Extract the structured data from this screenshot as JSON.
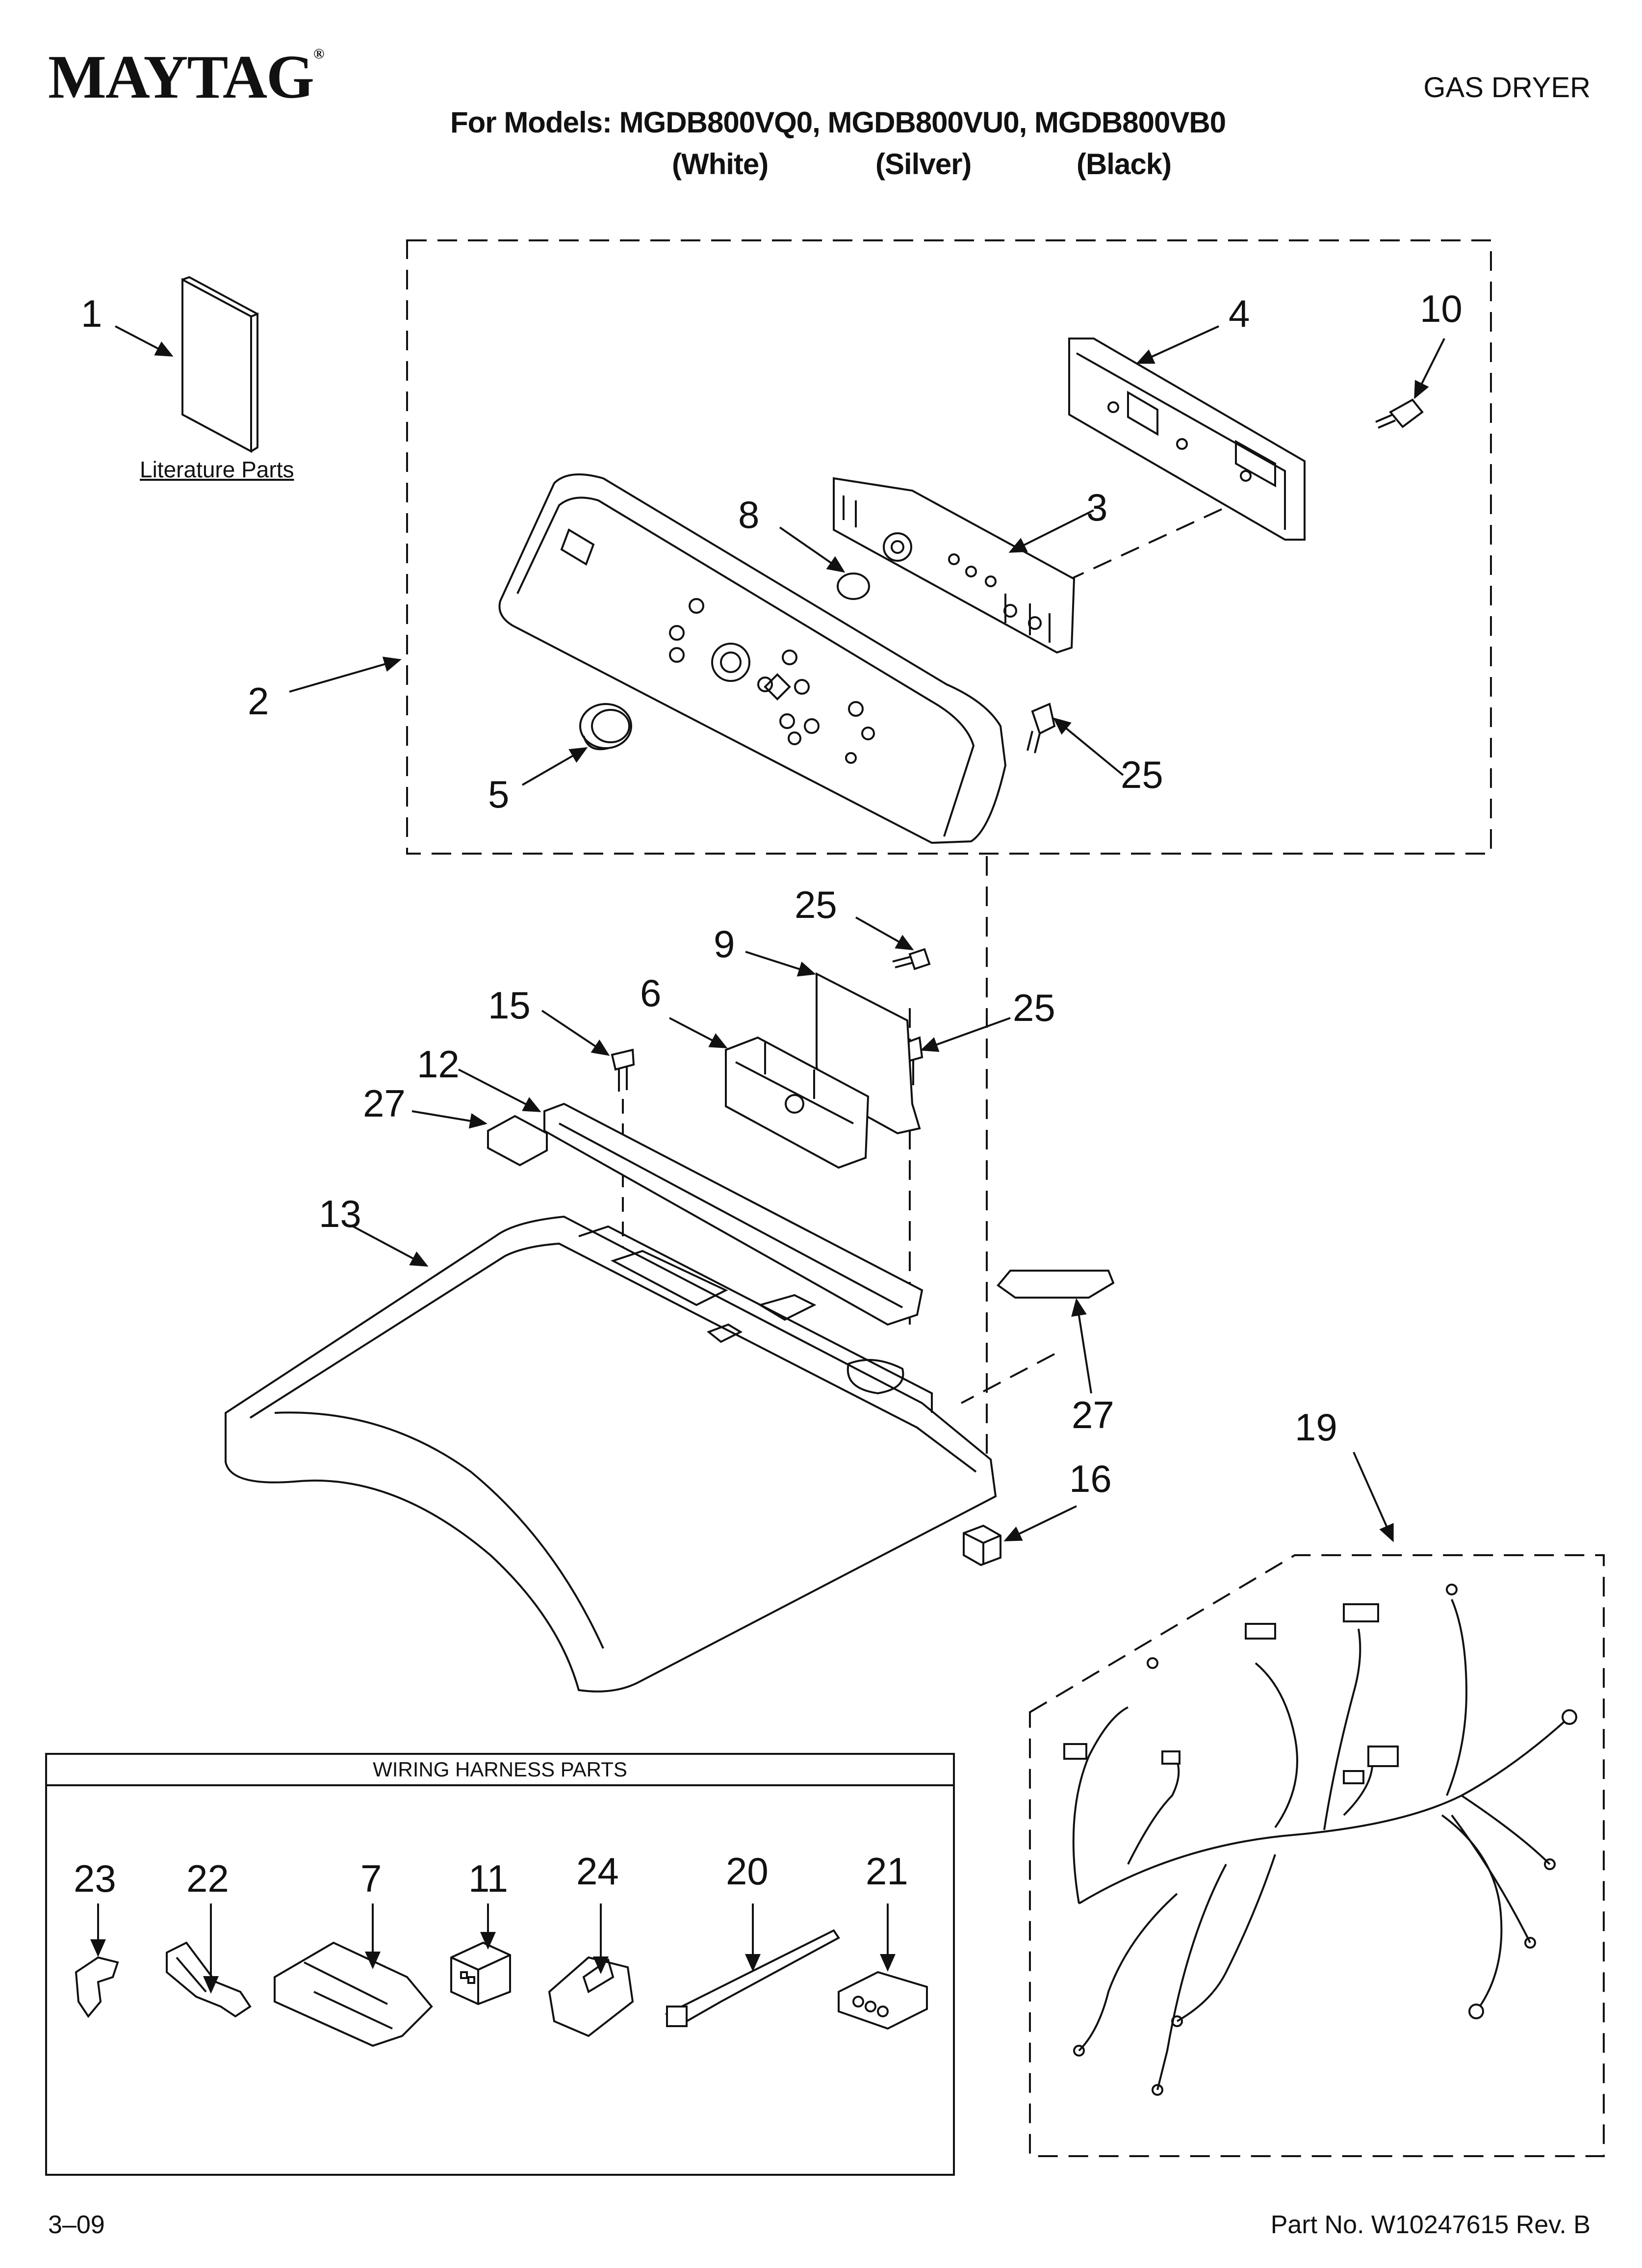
{
  "header": {
    "brand": "MAYTAG",
    "brand_mark": "®",
    "doc_type": "GAS DRYER",
    "models_line": "For Models: MGDB800VQ0, MGDB800VU0, MGDB800VB0",
    "colors": [
      "(White)",
      "(Silver)",
      "(Black)"
    ]
  },
  "literature_label": "Literature Parts",
  "harness_box_title": "WIRING HARNESS PARTS",
  "callouts": {
    "c1": "1",
    "c2": "2",
    "c3": "3",
    "c4": "4",
    "c5": "5",
    "c6": "6",
    "c8": "8",
    "c9": "9",
    "c10": "10",
    "c12": "12",
    "c13": "13",
    "c15": "15",
    "c16": "16",
    "c19": "19",
    "c25a": "25",
    "c25b": "25",
    "c25c": "25",
    "c27a": "27",
    "c27b": "27"
  },
  "harness_callouts": {
    "h23": "23",
    "h22": "22",
    "h7": "7",
    "h11": "11",
    "h24": "24",
    "h20": "20",
    "h21": "21"
  },
  "footer": {
    "date_code": "3–09",
    "part_no": "Part No. W10247615 Rev. B"
  }
}
